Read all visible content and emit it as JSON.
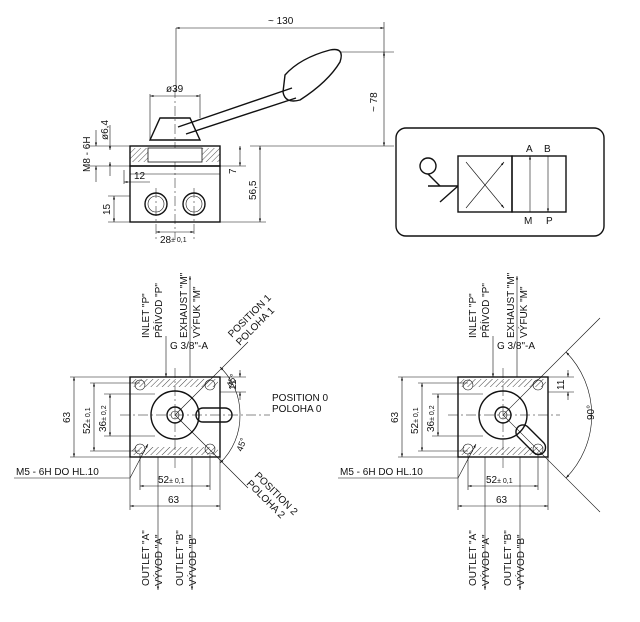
{
  "side_view": {
    "dims": {
      "total_length": "~ 130",
      "height": "~ 78",
      "knob_diameter": "ø39",
      "thread": "M8 - 6H",
      "bore": "ø6,4",
      "offset": "12",
      "depth": "7",
      "body_height": "56,5",
      "port_height": "15",
      "port_spacing": "28",
      "port_spacing_tol": "± 0,1"
    }
  },
  "symbol": {
    "port_a": "A",
    "port_b": "B",
    "port_m": "M",
    "port_p": "P"
  },
  "top_left": {
    "inlet_p": "INLET \"P\"",
    "privod_p": "PŘÍVOD \"P\"",
    "exhaust_m": "EXHAUST \"M\"",
    "vyfuk_m": "VÝFUK \"M\"",
    "thread": "G 3/8\"-A",
    "pos1": "POSITION 1",
    "pol1": "POLOHA 1",
    "pos0": "POSITION 0",
    "pol0": "POLOHA 0",
    "pos2": "POSITION 2",
    "pol2": "POLOHA 2",
    "angle_upper": "45°",
    "angle_lower": "45°",
    "dim_11": "11",
    "dim_63_v": "63",
    "dim_52_v": "52",
    "dim_52_v_tol": "± 0,1",
    "dim_36": "36",
    "dim_36_tol": "± 0,2",
    "dim_52_h": "52",
    "dim_52_h_tol": "± 0,1",
    "dim_63_h": "63",
    "mount_hole": "M5 - 6H DO HL.10",
    "outlet_a": "OUTLET \"A\"",
    "vyvod_a": "VÝVOD \"A\"",
    "outlet_b": "OUTLET \"B\"",
    "vyvod_b": "VÝVOD \"B\""
  },
  "top_right": {
    "inlet_p": "INLET \"P\"",
    "privod_p": "PŘÍVOD \"P\"",
    "exhaust_m": "EXHAUST \"M\"",
    "vyfuk_m": "VÝFUK \"M\"",
    "thread": "G 3/8\"-A",
    "angle": "90°",
    "dim_11": "11",
    "dim_63_v": "63",
    "dim_52_v": "52",
    "dim_52_v_tol": "± 0,1",
    "dim_36": "36",
    "dim_36_tol": "± 0,2",
    "dim_52_h": "52",
    "dim_52_h_tol": "± 0,1",
    "dim_63_h": "63",
    "mount_hole": "M5 - 6H DO HL.10",
    "outlet_a": "OUTLET \"A\"",
    "vyvod_a": "VÝVOD \"A\"",
    "outlet_b": "OUTLET \"B\"",
    "vyvod_b": "VÝVOD \"B\""
  }
}
